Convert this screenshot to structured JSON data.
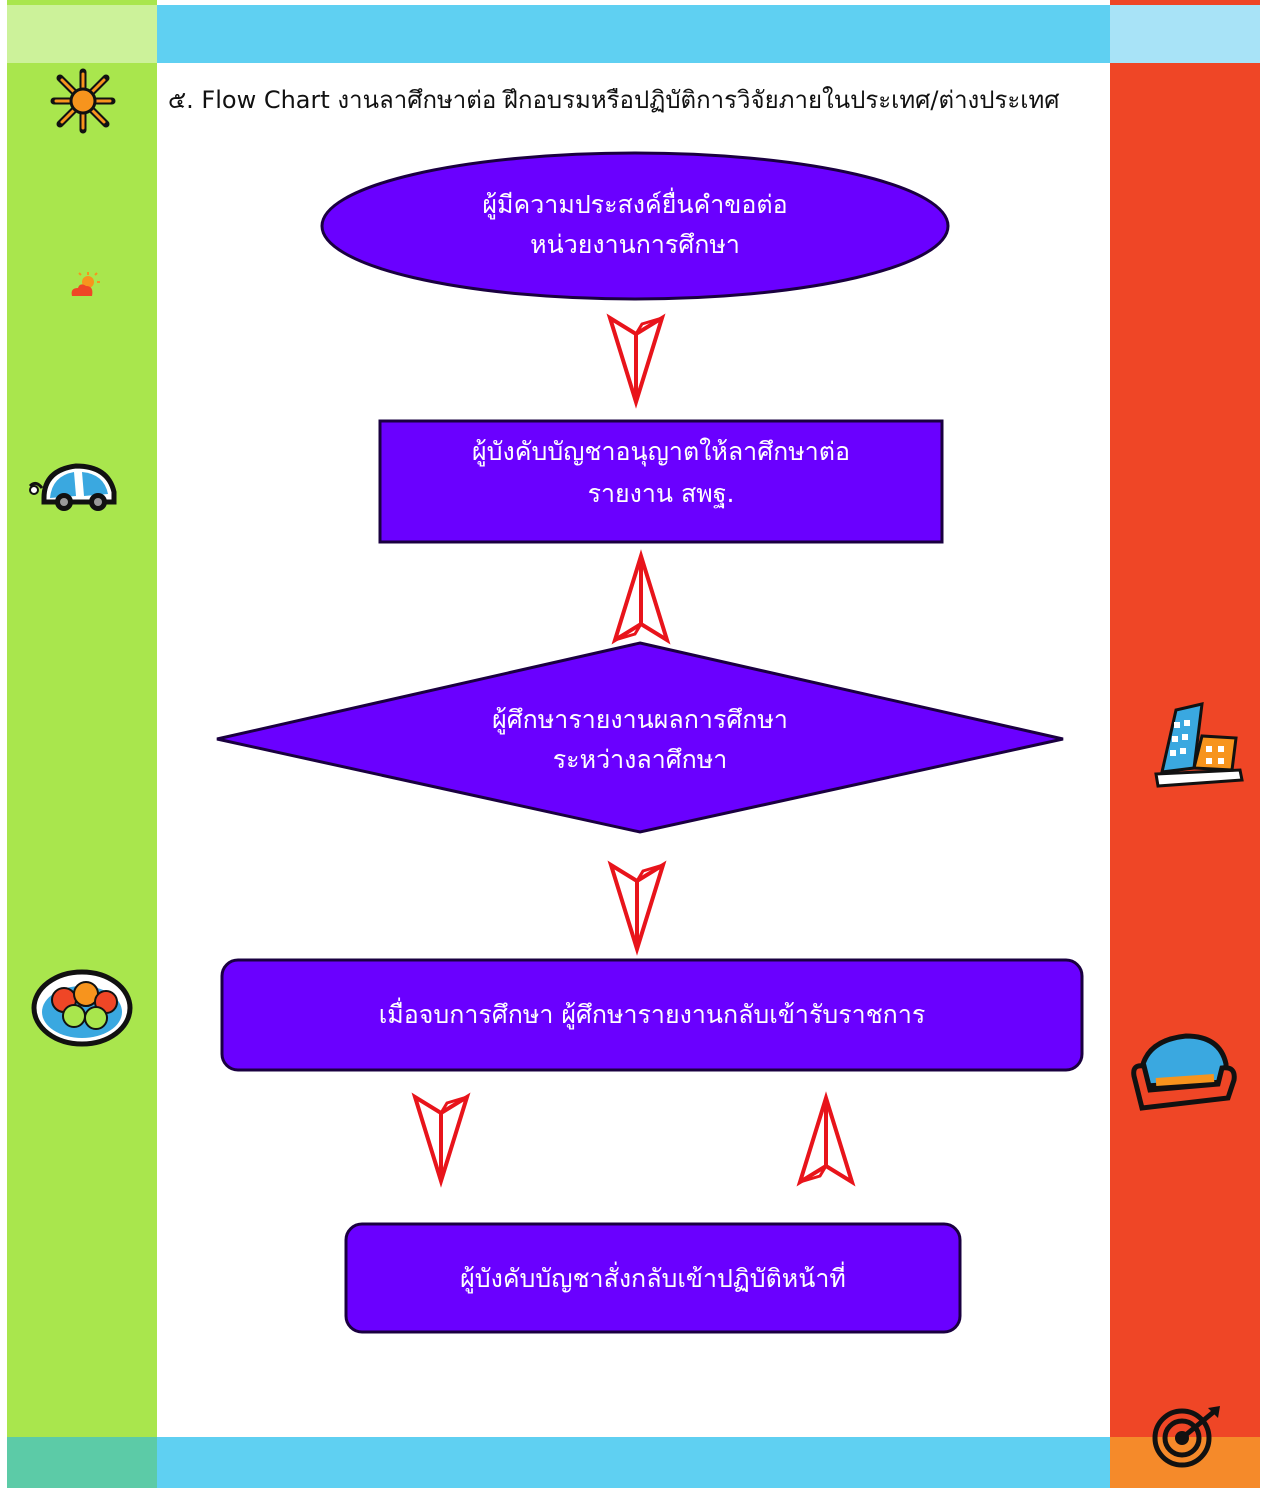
{
  "title": "๕. Flow Chart งานลาศึกษาต่อ ฝึกอบรมหรือปฏิบัติการวิจัยภายในประเทศ/ต่างประเทศ",
  "colors": {
    "node_fill": "#6a00ff",
    "node_stroke": "#1a0040",
    "arrow": "#e8141b",
    "left_strip": "#a9e64d",
    "left_top": "#ccf29a",
    "left_bottom": "#5ccba7",
    "right_strip": "#ef4626",
    "right_top": "#a8e3f7",
    "right_bottom": "#f58a2a",
    "band_blue": "#5fd0f2"
  },
  "nodes": [
    {
      "id": "start",
      "shape": "ellipse",
      "lines": [
        "ผู้มีความประสงค์ยื่นคำขอต่อ",
        "หน่วยงานการศึกษา"
      ]
    },
    {
      "id": "approve",
      "shape": "rectangle",
      "lines": [
        "ผู้บังคับบัญชาอนุญาตให้ลาศึกษาต่อ",
        "รายงาน สพฐ."
      ]
    },
    {
      "id": "report",
      "shape": "diamond",
      "lines": [
        "ผู้ศึกษารายงานผลการศึกษา",
        "ระหว่างลาศึกษา"
      ]
    },
    {
      "id": "finish",
      "shape": "rounded-rectangle",
      "lines": [
        "เมื่อจบการศึกษา ผู้ศึกษารายงานกลับเข้ารับราชการ"
      ]
    },
    {
      "id": "return",
      "shape": "rounded-rectangle",
      "lines": [
        "ผู้บังคับบัญชาสั่งกลับเข้าปฏิบัติหน้าที่"
      ]
    }
  ],
  "edges": [
    {
      "from": "start",
      "to": "approve",
      "direction": "down"
    },
    {
      "from": "report",
      "to": "approve",
      "direction": "up"
    },
    {
      "from": "report",
      "to": "finish",
      "direction": "down"
    },
    {
      "from": "finish",
      "to": "return",
      "direction": "down"
    },
    {
      "from": "return",
      "to": "finish",
      "direction": "up"
    }
  ],
  "decorations": [
    "sun-burst-icon",
    "cloud-sun-icon",
    "car-icon",
    "fruit-bowl-icon",
    "building-icon",
    "sofa-icon",
    "target-icon"
  ]
}
